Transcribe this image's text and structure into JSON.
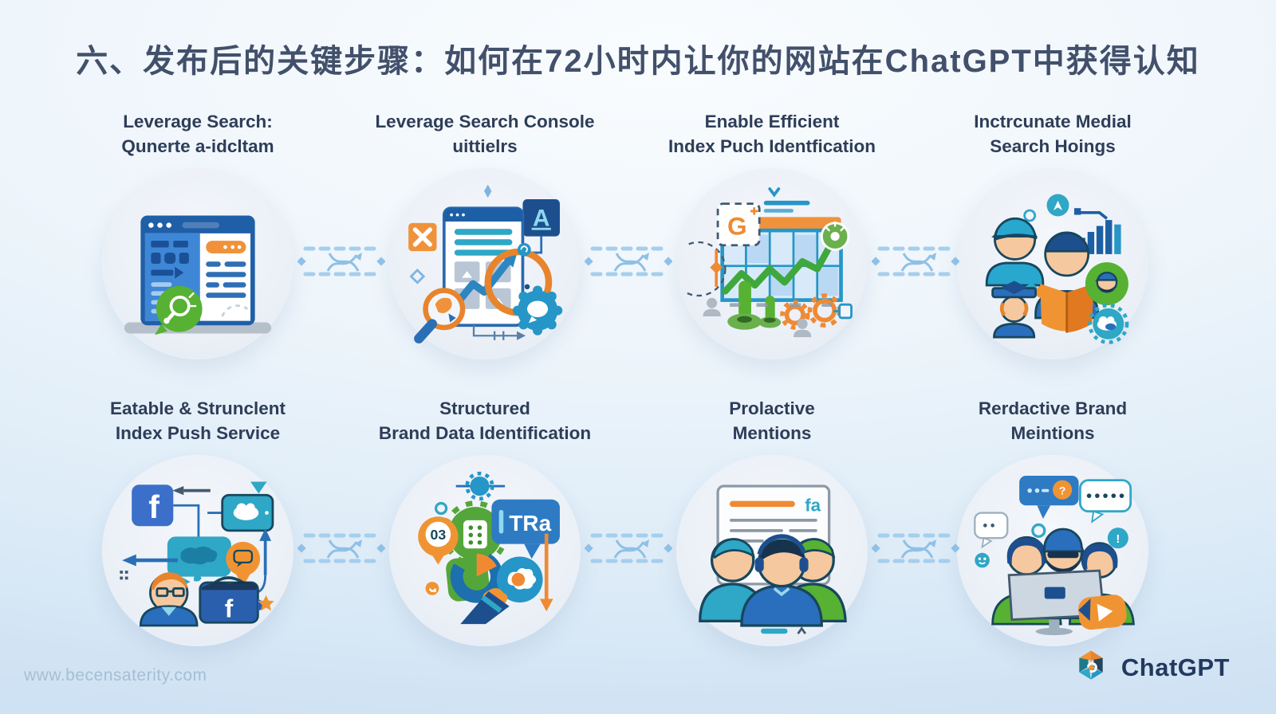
{
  "title": "六、发布后的关键步骤：如何在72小时内让你的网站在ChatGPT中获得认知",
  "footer": {
    "watermark": "www.becensaterity.com",
    "logo_text": "ChatGPT"
  },
  "colors": {
    "title_text": "#42506b",
    "heading_text": "#2e3d58",
    "accent_orange": "#f0923b",
    "accent_teal": "#2fa7c6",
    "accent_blue": "#2e7bc4",
    "accent_green": "#57b133",
    "connector_blue": "#9fcbe9"
  },
  "cards": [
    {
      "id": "leverage-search",
      "line1": "Leverage Search:",
      "line2": "Qunerte a-idcltam"
    },
    {
      "id": "search-console",
      "line1": "Leverage Search Console",
      "line2": "uittielrs"
    },
    {
      "id": "efficient-index",
      "line1": "Enable Efficient",
      "line2": "Index Puch Identfication"
    },
    {
      "id": "media-search",
      "line1": "Inctrcunate Medial",
      "line2": "Search Hoings"
    },
    {
      "id": "index-push",
      "line1": "Eatable & Strunclent",
      "line2": "Index Push Service"
    },
    {
      "id": "structured-data",
      "line1": "Structured",
      "line2": "Brand Data Identification"
    },
    {
      "id": "proactive-mentions",
      "line1": "Prolactive",
      "line2": "Mentions"
    },
    {
      "id": "reactive-mentions",
      "line1": "Rerdactive Brand",
      "line2": "Meintions"
    }
  ],
  "illustration_labels": {
    "app_square_letter": "A",
    "g_badge_letter": "G",
    "facebook_f": "f",
    "briefcase_f": "f",
    "step_badge": "03",
    "tra_bubble": "TRa",
    "board_text": "fa",
    "question_mark": "?",
    "exclamation_mark": "!"
  }
}
